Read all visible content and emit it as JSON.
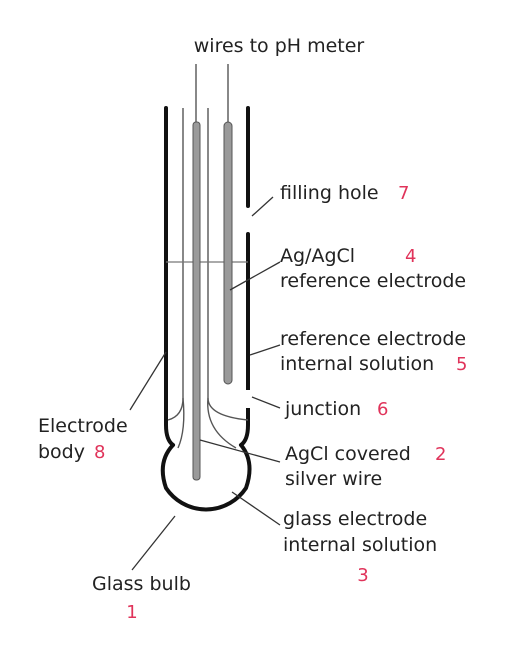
{
  "colors": {
    "line": "#111111",
    "thin_line": "#777777",
    "wire_fill": "#9a9a9a",
    "label_text": "#222222",
    "number": "#e0335a"
  },
  "title": "wires to pH meter",
  "labels": {
    "filling_hole": {
      "text": "filling hole",
      "num": "7"
    },
    "ag_agcl": {
      "line1": "Ag/AgCl",
      "line2": "reference electrode",
      "num": "4"
    },
    "ref_solution": {
      "line1": "reference electrode",
      "line2": "internal solution",
      "num": "5"
    },
    "junction": {
      "text": "junction",
      "num": "6"
    },
    "agcl_wire": {
      "line1": "AgCl covered",
      "line2": "silver wire",
      "num": "2"
    },
    "glass_solution": {
      "line1": "glass electrode",
      "line2": "internal solution",
      "num": "3"
    },
    "electrode_body": {
      "line1": "Electrode",
      "line2": "body",
      "num": "8"
    },
    "glass_bulb": {
      "text": "Glass bulb",
      "num": "1"
    }
  }
}
